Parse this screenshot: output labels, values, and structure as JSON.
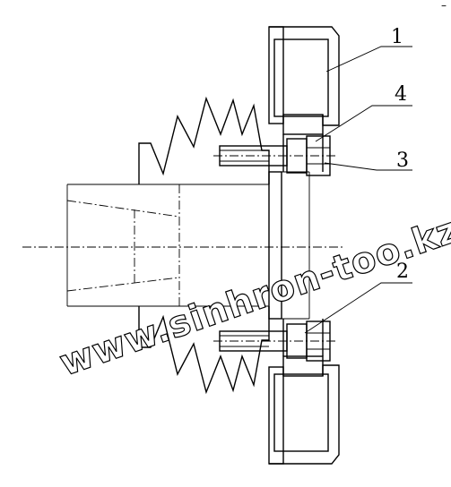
{
  "drawing": {
    "labels": [
      {
        "id": "1",
        "text": "1"
      },
      {
        "id": "2",
        "text": "2"
      },
      {
        "id": "3",
        "text": "3"
      },
      {
        "id": "4",
        "text": "4"
      }
    ],
    "corner_mark": "–",
    "watermark": "www.sinhron-too.kz"
  }
}
